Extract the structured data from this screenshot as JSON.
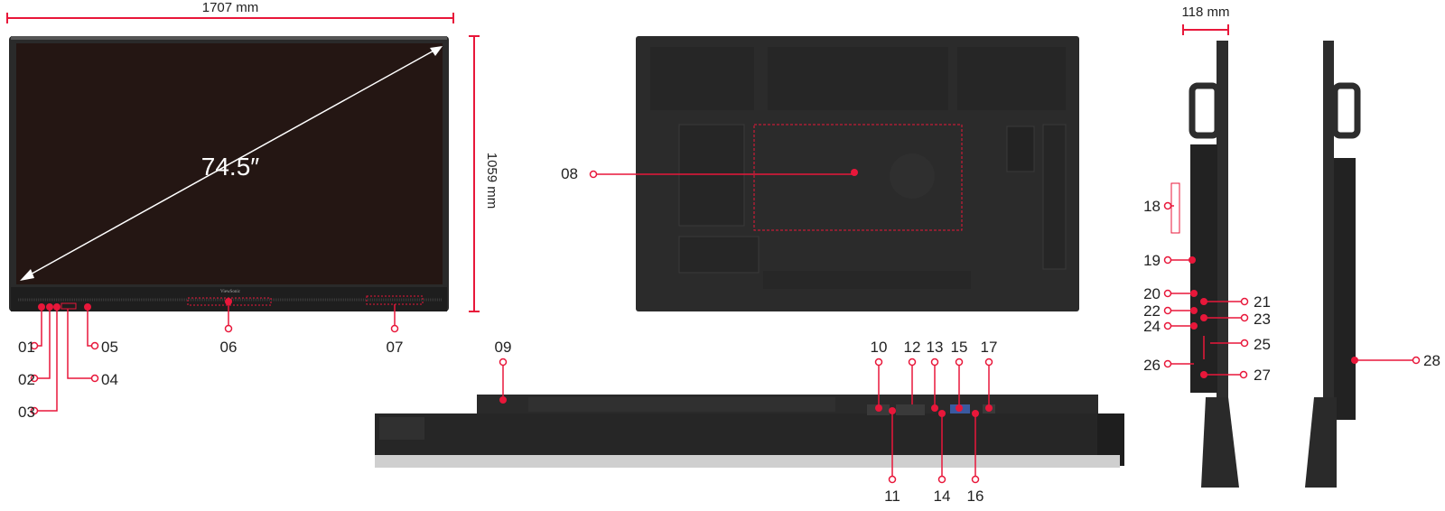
{
  "colors": {
    "accent": "#e8173a",
    "panel": "#2b2b2b",
    "screen": "#241613",
    "bezel": "#1e1e1e",
    "trim": "#cfcfcf"
  },
  "brand_logo": "ViewSonic",
  "dimensions": {
    "width": "1707 mm",
    "height": "1059 mm",
    "depth": "118 mm",
    "diagonal": "74.5″"
  },
  "callouts": [
    "01",
    "02",
    "03",
    "04",
    "05",
    "06",
    "07",
    "08",
    "09",
    "10",
    "11",
    "12",
    "13",
    "14",
    "15",
    "16",
    "17",
    "18",
    "19",
    "20",
    "21",
    "22",
    "23",
    "24",
    "25",
    "26",
    "27",
    "28"
  ]
}
